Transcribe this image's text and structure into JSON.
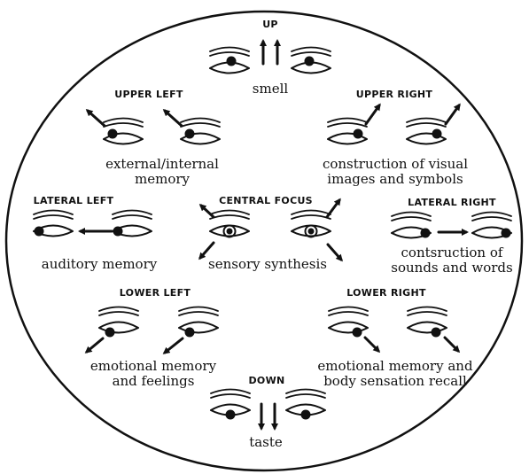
{
  "zones": {
    "up": {
      "label": "UP",
      "caption_1": "smell"
    },
    "upper_left": {
      "label": "UPPER LEFT",
      "caption_1": "external/internal",
      "caption_2": "memory"
    },
    "upper_right": {
      "label": "UPPER RIGHT",
      "caption_1": "construction of visual",
      "caption_2": "images and symbols"
    },
    "lateral_left": {
      "label": "LATERAL LEFT",
      "caption_1": "auditory memory"
    },
    "central": {
      "label": "CENTRAL FOCUS",
      "caption_1": "sensory synthesis"
    },
    "lateral_right": {
      "label": "LATERAL RIGHT",
      "caption_1": "contsruction of",
      "caption_2": "sounds and words"
    },
    "lower_left": {
      "label": "LOWER LEFT",
      "caption_1": "emotional memory",
      "caption_2": "and feelings"
    },
    "lower_right": {
      "label": "LOWER RIGHT",
      "caption_1": "emotional memory and",
      "caption_2": "body sensation recall"
    },
    "down": {
      "label": "DOWN",
      "caption_1": "taste"
    }
  }
}
